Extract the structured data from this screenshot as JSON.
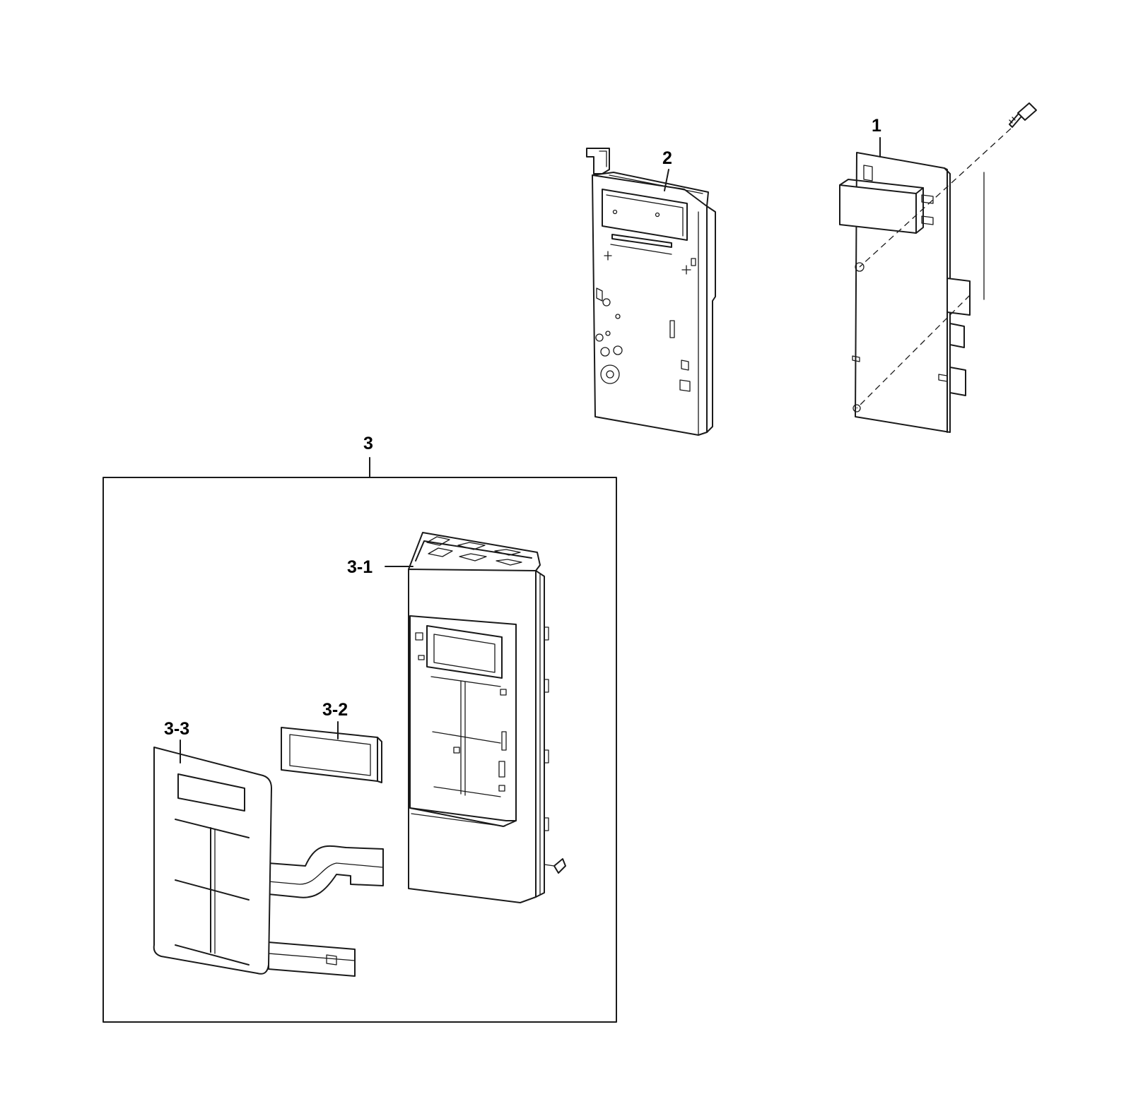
{
  "labels": {
    "part_1": "1",
    "part_2": "2",
    "part_3": "3",
    "part_3_1": "3-1",
    "part_3_2": "3-2",
    "part_3_3": "3-3"
  },
  "colors": {
    "line": "#1a1a1a",
    "background": "#ffffff"
  },
  "icons": {
    "screw": "screw-icon"
  }
}
